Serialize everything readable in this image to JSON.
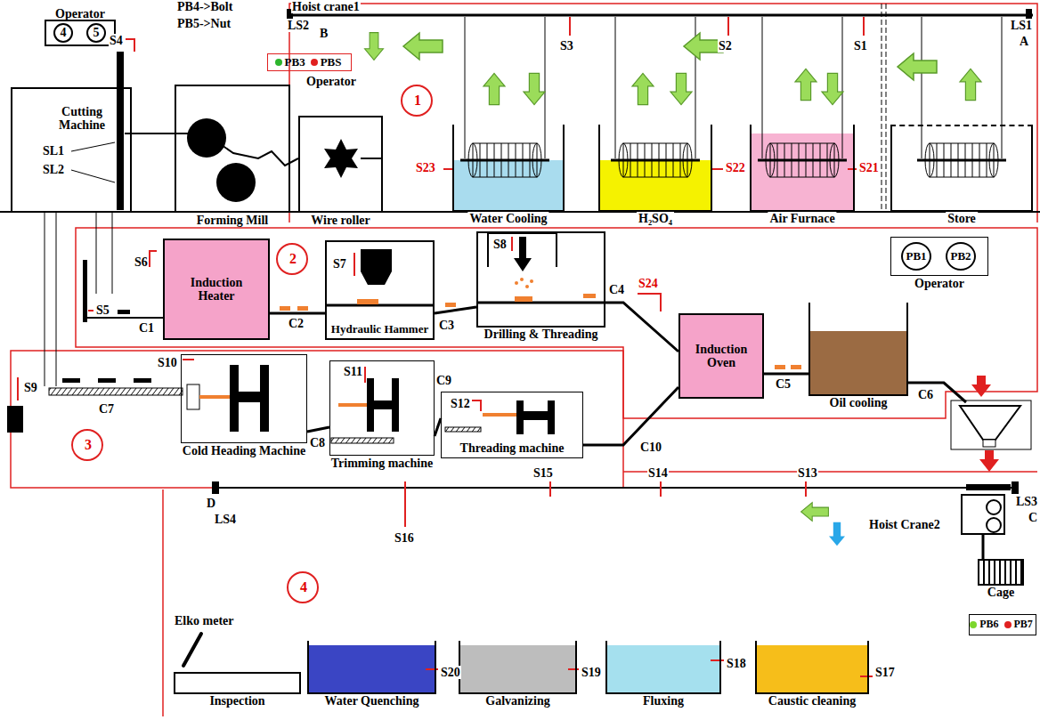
{
  "diagram": {
    "nodes": [
      {
        "text": [
          "Operator"
        ]
      },
      {
        "text": [
          "4"
        ],
        "in": 0
      },
      {
        "text": [
          "5"
        ],
        "in": 0
      },
      {
        "text": [
          "Cutting Machine"
        ]
      },
      {
        "text": [
          "Forming Mill"
        ]
      },
      {
        "text": [
          "Wire roller"
        ]
      },
      {
        "text": [
          "Water Cooling"
        ]
      },
      {
        "text": [
          "H₂SO₄"
        ]
      },
      {
        "text": [
          "Air Furnace"
        ]
      },
      {
        "text": [
          "Store"
        ]
      },
      {
        "text": [
          "Induction Heater"
        ]
      },
      {
        "text": [
          "Hydraulic Hammer"
        ]
      },
      {
        "text": [
          "Drilling & Threading"
        ]
      },
      {
        "text": [
          "Induction Oven"
        ]
      },
      {
        "text": [
          "Oil cooling"
        ]
      },
      {
        "text": [
          "Operator"
        ]
      },
      {
        "text": [
          "PB1"
        ],
        "in": 15
      },
      {
        "text": [
          "PB2"
        ],
        "in": 15
      },
      {
        "text": [
          "Cold Heading Machine"
        ]
      },
      {
        "text": [
          "Trimming machine"
        ]
      },
      {
        "text": [
          "Threading machine"
        ]
      },
      {
        "text": [
          "Cage"
        ]
      },
      {
        "text": [
          "PB6",
          "PB7"
        ]
      },
      {
        "text": [
          "Caustic cleaning"
        ]
      },
      {
        "text": [
          "Fluxing"
        ]
      },
      {
        "text": [
          "Galvanizing"
        ]
      },
      {
        "text": [
          "Water Quenching"
        ]
      },
      {
        "text": [
          "Inspection"
        ]
      },
      {
        "text": [
          "PB3",
          "PBS"
        ]
      }
    ],
    "edges": [
      {
        "from": 10,
        "to": 11,
        "label": "C2",
        "arrow": "none"
      },
      {
        "from": 11,
        "to": 12,
        "label": "C3",
        "arrow": "none"
      },
      {
        "from": 12,
        "to": 13,
        "label": "C4",
        "arrow": "none"
      },
      {
        "from": 13,
        "to": 14,
        "label": "C5",
        "arrow": "none"
      },
      {
        "from": 18,
        "to": 19,
        "label": "C8",
        "arrow": "none"
      },
      {
        "from": 19,
        "to": 20,
        "label": "C9",
        "arrow": "none"
      },
      {
        "from": 20,
        "to": 13,
        "label": "C10",
        "arrow": "none"
      }
    ],
    "labels": [
      "Hoist crane1",
      "LS2",
      "B",
      "Operator",
      "1",
      "S3",
      "S2",
      "S1",
      "LS1",
      "A",
      "S23",
      "S22",
      "S21",
      "PB4->Bolt",
      "PB5->Nut",
      "S4",
      "SL1",
      "SL2",
      "2",
      "S6",
      "S5",
      "C1",
      "S7",
      "S8",
      "S24",
      "C6",
      "S10",
      "S9",
      "C7",
      "3",
      "S11",
      "S12",
      "D",
      "LS4",
      "S16",
      "S15",
      "S14",
      "S13",
      "LS3",
      "C",
      "Hoist Crane2",
      "4",
      "Elko meter",
      "S17",
      "S18",
      "S19",
      "S20"
    ]
  }
}
